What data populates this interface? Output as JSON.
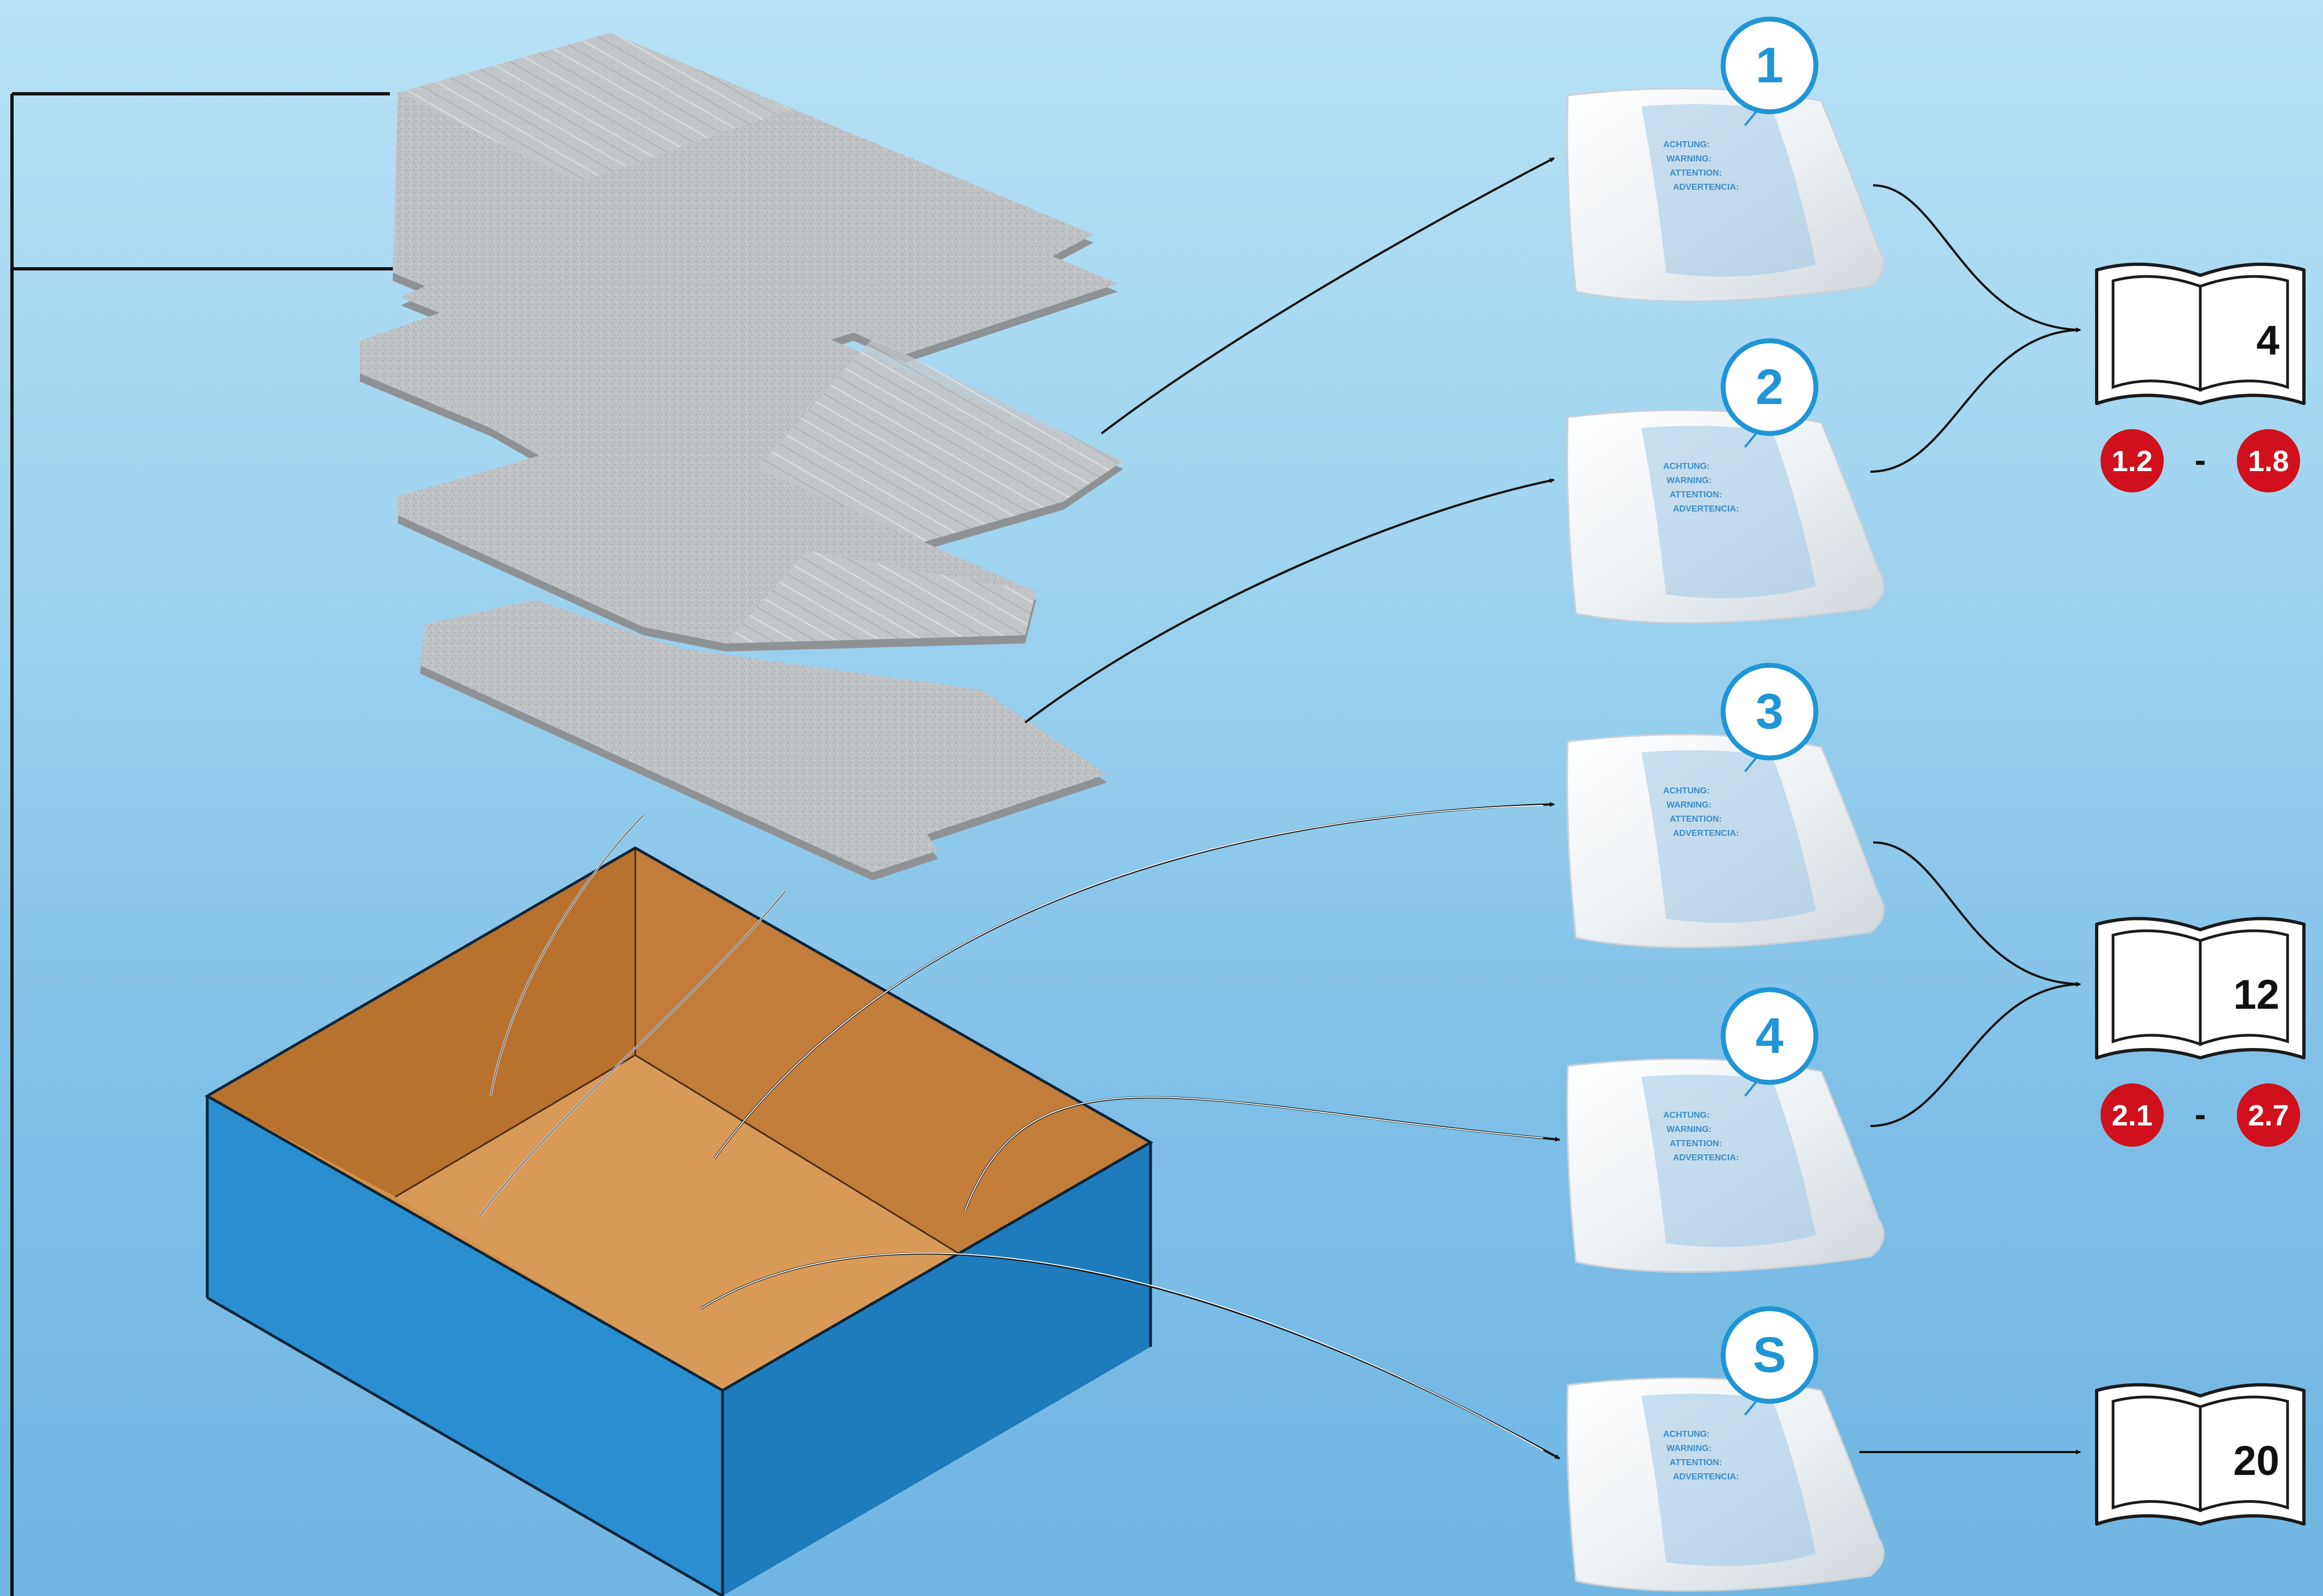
{
  "bags": [
    {
      "label": "1",
      "print_lines": [
        "ACHTUNG:",
        "WARNING:",
        "ATTENTION:",
        "ADVERTENCIA:"
      ]
    },
    {
      "label": "2",
      "print_lines": [
        "ACHTUNG:",
        "WARNING:",
        "ATTENTION:",
        "ADVERTENCIA:"
      ]
    },
    {
      "label": "3",
      "print_lines": [
        "ACHTUNG:",
        "WARNING:",
        "ATTENTION:",
        "ADVERTENCIA:"
      ]
    },
    {
      "label": "4",
      "print_lines": [
        "ACHTUNG:",
        "WARNING:",
        "ATTENTION:",
        "ADVERTENCIA:"
      ]
    },
    {
      "label": "S",
      "print_lines": [
        "ACHTUNG:",
        "WARNING:",
        "ATTENTION:",
        "ADVERTENCIA:"
      ]
    }
  ],
  "manuals": [
    {
      "page": "4",
      "step_from": "1.2",
      "separator": "-",
      "step_to": "1.8"
    },
    {
      "page": "12",
      "step_from": "2.1",
      "separator": "-",
      "step_to": "2.7"
    },
    {
      "page": "20"
    }
  ],
  "colors": {
    "bag_label": "#1f95d6",
    "step_badge": "#d0101c",
    "box_outside": "#1f84c6",
    "box_inside": "#d3904a",
    "board": "#b9bcbf"
  }
}
